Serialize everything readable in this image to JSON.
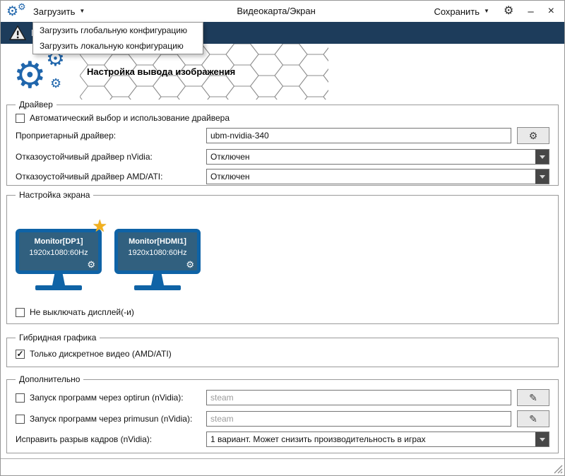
{
  "icons": {
    "gear": "⚙",
    "caret": "▼",
    "minimize": "–",
    "close": "×",
    "star": "★",
    "pencil": "✎",
    "check": "✓"
  },
  "colors": {
    "accent_blue": "#0f63a6",
    "banner_bg": "#1d3c5b",
    "star_yellow": "#f2b01e"
  },
  "titlebar": {
    "load_label": "Загрузить",
    "title": "Видеокарта/Экран",
    "save_label": "Сохранить"
  },
  "load_menu": {
    "items": [
      "Загрузить глобальную конфигурацию",
      "Загрузить локальную конфигурацию"
    ]
  },
  "banner": {
    "visible_text": "В"
  },
  "header": {
    "title": "Настройка вывода изображения"
  },
  "driver_group": {
    "legend": "Драйвер",
    "auto_label": "Автоматический выбор и использование драйвера",
    "auto_checked": false,
    "proprietary_label": "Проприетарный драйвер:",
    "proprietary_value": "ubm-nvidia-340",
    "nvidia_failsafe_label": "Отказоустойчивый драйвер nVidia:",
    "nvidia_failsafe_value": "Отключен",
    "amd_failsafe_label": "Отказоустойчивый драйвер AMD/ATI:",
    "amd_failsafe_value": "Отключен"
  },
  "screen_group": {
    "legend": "Настройка экрана",
    "monitors": [
      {
        "name": "Monitor[DP1]",
        "mode": "1920x1080:60Hz",
        "primary": true
      },
      {
        "name": "Monitor[HDMI1]",
        "mode": "1920x1080:60Hz",
        "primary": false
      }
    ],
    "keep_on_label": "Не выключать дисплей(-и)",
    "keep_on_checked": false
  },
  "hybrid_group": {
    "legend": "Гибридная графика",
    "discrete_label": "Только дискретное видео (AMD/ATI)",
    "discrete_checked": true
  },
  "extra_group": {
    "legend": "Дополнительно",
    "optirun_label": "Запуск программ через optirun (nVidia):",
    "optirun_checked": false,
    "optirun_placeholder": "steam",
    "primus_label": "Запуск программ через primusun (nVidia):",
    "primus_checked": false,
    "primus_placeholder": "steam",
    "tearfix_label": "Исправить разрыв кадров (nVidia):",
    "tearfix_value": "1 вариант. Может снизить производительность в играх"
  }
}
